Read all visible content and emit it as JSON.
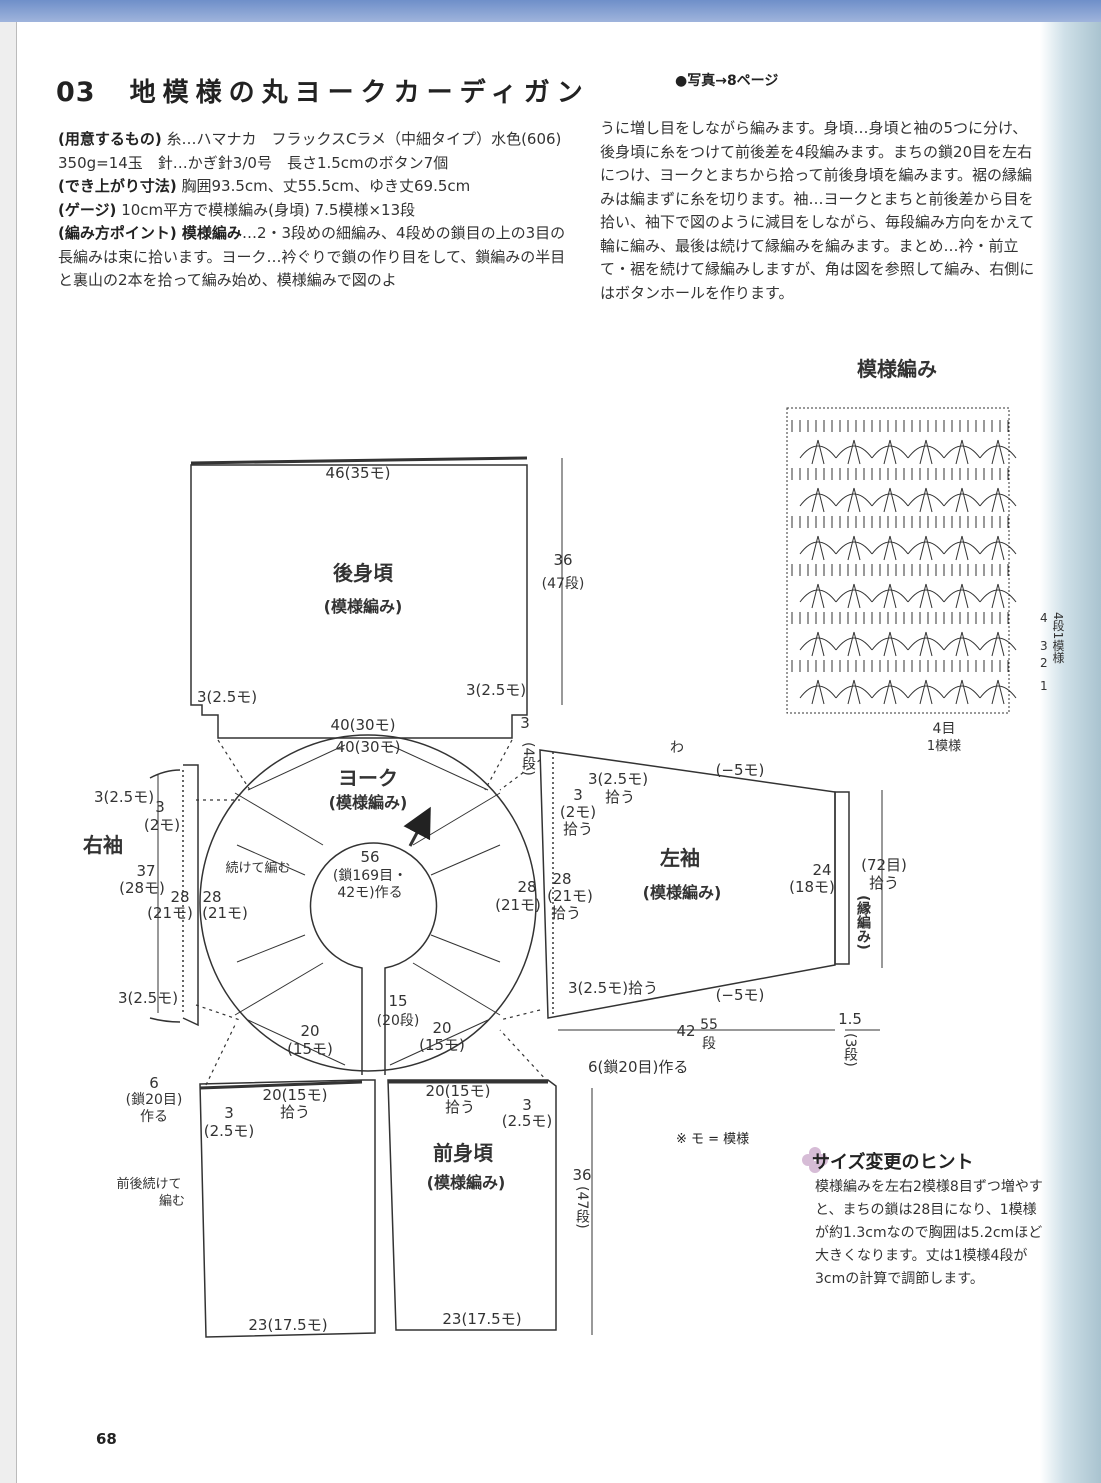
{
  "header": {
    "number": "03",
    "title": "地模様の丸ヨークカーディガン",
    "photo_ref": "●写真→8ページ"
  },
  "page_number": "68",
  "instructions_left": [
    {
      "key": "(用意するもの)",
      "text": " 糸…ハマナカ　フラックスCラメ（中細タイプ）水色(606) 350g=14玉　針…かぎ針3/0号　長さ1.5cmのボタン7個"
    },
    {
      "key": "(でき上がり寸法)",
      "text": " 胸囲93.5cm、丈55.5cm、ゆき丈69.5cm"
    },
    {
      "key": "(ゲージ)",
      "text": " 10cm平方で模様編み(身頃) 7.5模様×13段"
    },
    {
      "key": "(編み方ポイント) 模様編み",
      "text": "…2・3段めの細編み、4段めの鎖目の上の3目の長編みは束に拾います。ヨーク…衿ぐりで鎖の作り目をして、鎖編みの半目と裏山の2本を拾って編み始め、模様編みで図のよ"
    }
  ],
  "instructions_right": "うに増し目をしながら編みます。身頃…身頃と袖の5つに分け、後身頃に糸をつけて前後差を4段編みます。まちの鎖20目を左右につけ、ヨークとまちから拾って前後身頃を編みます。裾の縁編みは編まずに糸を切ります。袖…ヨークとまちと前後差から目を拾い、袖下で図のように減目をしながら、毎段編み方向をかえて輪に編み、最後は続けて縁編みを編みます。まとめ…衿・前立て・裾を続けて縁編みしますが、角は図を参照して編み、右側にはボタンホールを作ります。",
  "pattern_chart": {
    "title": "模様編み",
    "row_labels": [
      "4",
      "3",
      "2",
      "1"
    ],
    "repeat_label": "4段1模様",
    "width_label": "4目",
    "width_label2": "1模様"
  },
  "schematic": {
    "back": {
      "name": "後身頃",
      "stitch": "(模様編み)",
      "top": "46(35モ)",
      "bottom": "40(30モ)",
      "left_notch": "3(2.5モ)",
      "right_notch": "3(2.5モ)",
      "height": "36",
      "height_rows": "(47段)"
    },
    "yoke": {
      "name": "ヨーク",
      "stitch": "(模様編み)",
      "top": "40(30モ)",
      "center": "56",
      "center_sub1": "(鎖169目・",
      "center_sub2": "42モ)作る",
      "left_side": "28",
      "left_side_sub": "(21モ)",
      "right_side": "28",
      "right_side_sub": "(21モ)",
      "bottom_left": "20",
      "bottom_left_sub": "(15モ)",
      "bottom_right": "20",
      "bottom_right_sub": "(15モ)",
      "continue": "続けて編む",
      "front_gap": "15",
      "front_gap_rows": "(20段)"
    },
    "right_sleeve": {
      "name": "右袖",
      "n1": "3(2.5モ)",
      "n2": "3",
      "n2_sub": "(2モ)",
      "length": "37",
      "length_sub": "(28モ)",
      "w1": "28",
      "w1_sub": "(21モ)",
      "w2": "28",
      "w2_sub": "(21モ)",
      "n3": "3(2.5モ)"
    },
    "left_sleeve": {
      "name": "左袖",
      "stitch": "(模様編み)",
      "wa": "わ",
      "dec_top": "(−5モ)",
      "dec_bottom": "(−5モ)",
      "pick1": "3(2.5モ)",
      "pick1_sub": "拾う",
      "pick2": "3",
      "pick2_sub1": "(2モ)",
      "pick2_sub2": "拾う",
      "side": "28",
      "side_sub1": "(21モ)",
      "side_sub2": "拾う",
      "cuff": "24",
      "cuff_sub": "(18モ)",
      "cuff_pick": "(72目)",
      "cuff_pick_sub": "拾う",
      "edge": "(縁編み)",
      "pick3": "3(2.5モ)拾う",
      "length": "42",
      "length_rows": "55",
      "length_rows_sub": "段",
      "edge_h": "1.5",
      "edge_rows": "(3段)",
      "back_diff": "3",
      "back_diff_rows": "(4段)"
    },
    "right_front": {
      "chain": "6",
      "chain_sub1": "(鎖20目)",
      "chain_sub2": "作る",
      "pick": "20(15モ)",
      "pick_sub": "拾う",
      "gusset": "3",
      "gusset_sub": "(2.5モ)",
      "continue1": "前後続けて",
      "continue2": "編む",
      "bottom": "23(17.5モ)"
    },
    "left_front": {
      "name": "前身頃",
      "stitch": "(模様編み)",
      "pick": "20(15モ)",
      "pick_sub": "拾う",
      "gusset": "3",
      "gusset_sub": "(2.5モ)",
      "chain": "6(鎖20目)作る",
      "height": "36",
      "height_rows": "(47段)",
      "bottom": "23(17.5モ)"
    }
  },
  "note": "※ モ = 模様",
  "hint": {
    "title": "サイズ変更のヒント",
    "body": "模様編みを左右2模様8目ずつ増やすと、まちの鎖は28目になり、1模様が約1.3cmなので胸囲は5.2cmほど大きくなります。丈は1模様4段が3cmの計算で調節します。"
  },
  "colors": {
    "ink": "#333333",
    "hint_flower": "#c9a9c9"
  }
}
